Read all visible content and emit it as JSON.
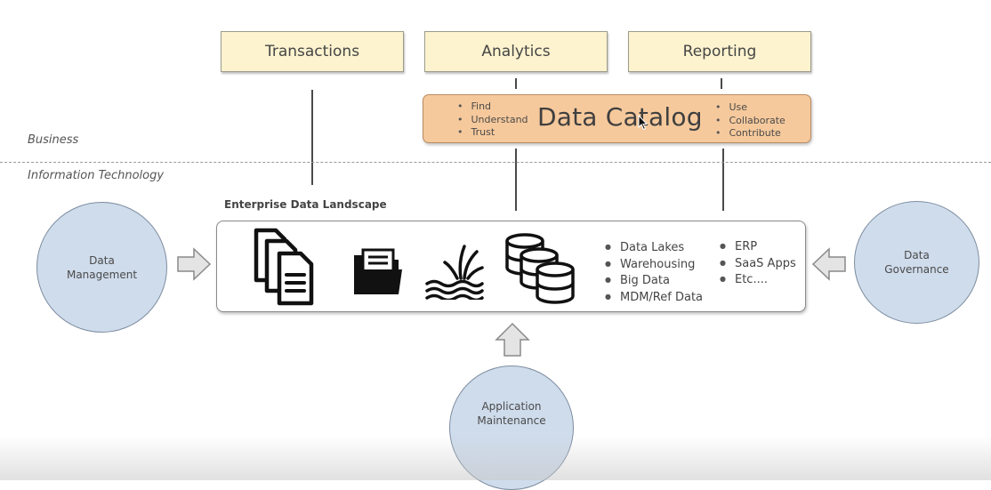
{
  "top_boxes": [
    {
      "label": "Transactions"
    },
    {
      "label": "Analytics"
    },
    {
      "label": "Reporting"
    }
  ],
  "catalog": {
    "title": "Data Catalog",
    "left_items": [
      "Find",
      "Understand",
      "Trust"
    ],
    "right_items": [
      "Use",
      "Collaborate",
      "Contribute"
    ]
  },
  "sections": {
    "business": "Business",
    "it": "Information Technology"
  },
  "landscape": {
    "title": "Enterprise Data Landscape",
    "icons": [
      "documents-icon",
      "folder-icon",
      "data-lake-icon",
      "database-icon"
    ],
    "col1": [
      "Data Lakes",
      "Warehousing",
      "Big Data",
      "MDM/Ref Data"
    ],
    "col2": [
      "ERP",
      "SaaS Apps",
      "Etc...."
    ]
  },
  "circles": {
    "left": "Data\nManagement",
    "right": "Data\nGovernance",
    "bottom": "Application\nMaintenance"
  },
  "colors": {
    "top_box": "#fdf3cf",
    "catalog": "#f6c99c",
    "circle": "#cfdcec",
    "arrow": "#e4e4e4"
  }
}
